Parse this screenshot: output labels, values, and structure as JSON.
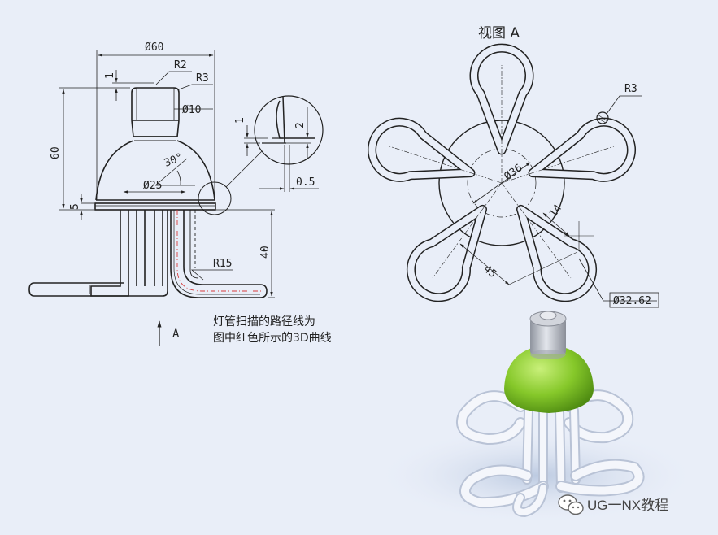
{
  "front_view": {
    "dim_width": "Ø60",
    "dim_top_radius": "R2",
    "dim_corner_radius": "R3",
    "dim_cap_diameter": "Ø10",
    "dim_top_step": "1",
    "dim_height": "60",
    "dim_angle": "30°",
    "dim_base_diameter": "Ø25",
    "dim_base_height": "5",
    "dim_tube_height": "40",
    "dim_bend_radius": "R15",
    "view_arrow_label": "A"
  },
  "detail_view": {
    "dim_step": "1",
    "dim_lip": "2",
    "dim_gap": "0.5"
  },
  "view_a": {
    "title": "视图 A",
    "dim_tube_radius": "R3",
    "dim_circle_diameter": "Ø36",
    "dim_loop_width": "14",
    "dim_angle": "45",
    "dim_loop_diameter": "Ø32.62"
  },
  "note": {
    "line1": "灯管扫描的路径线为",
    "line2": "图中红色所示的3D曲线"
  },
  "render_colors": {
    "cap": "#b9bdc6",
    "dome": "#86c82a",
    "tubes": "#f4f6fb",
    "background": "#e9eef8"
  },
  "watermark": {
    "text": "UG一NX教程",
    "icon": "wechat-icon"
  }
}
